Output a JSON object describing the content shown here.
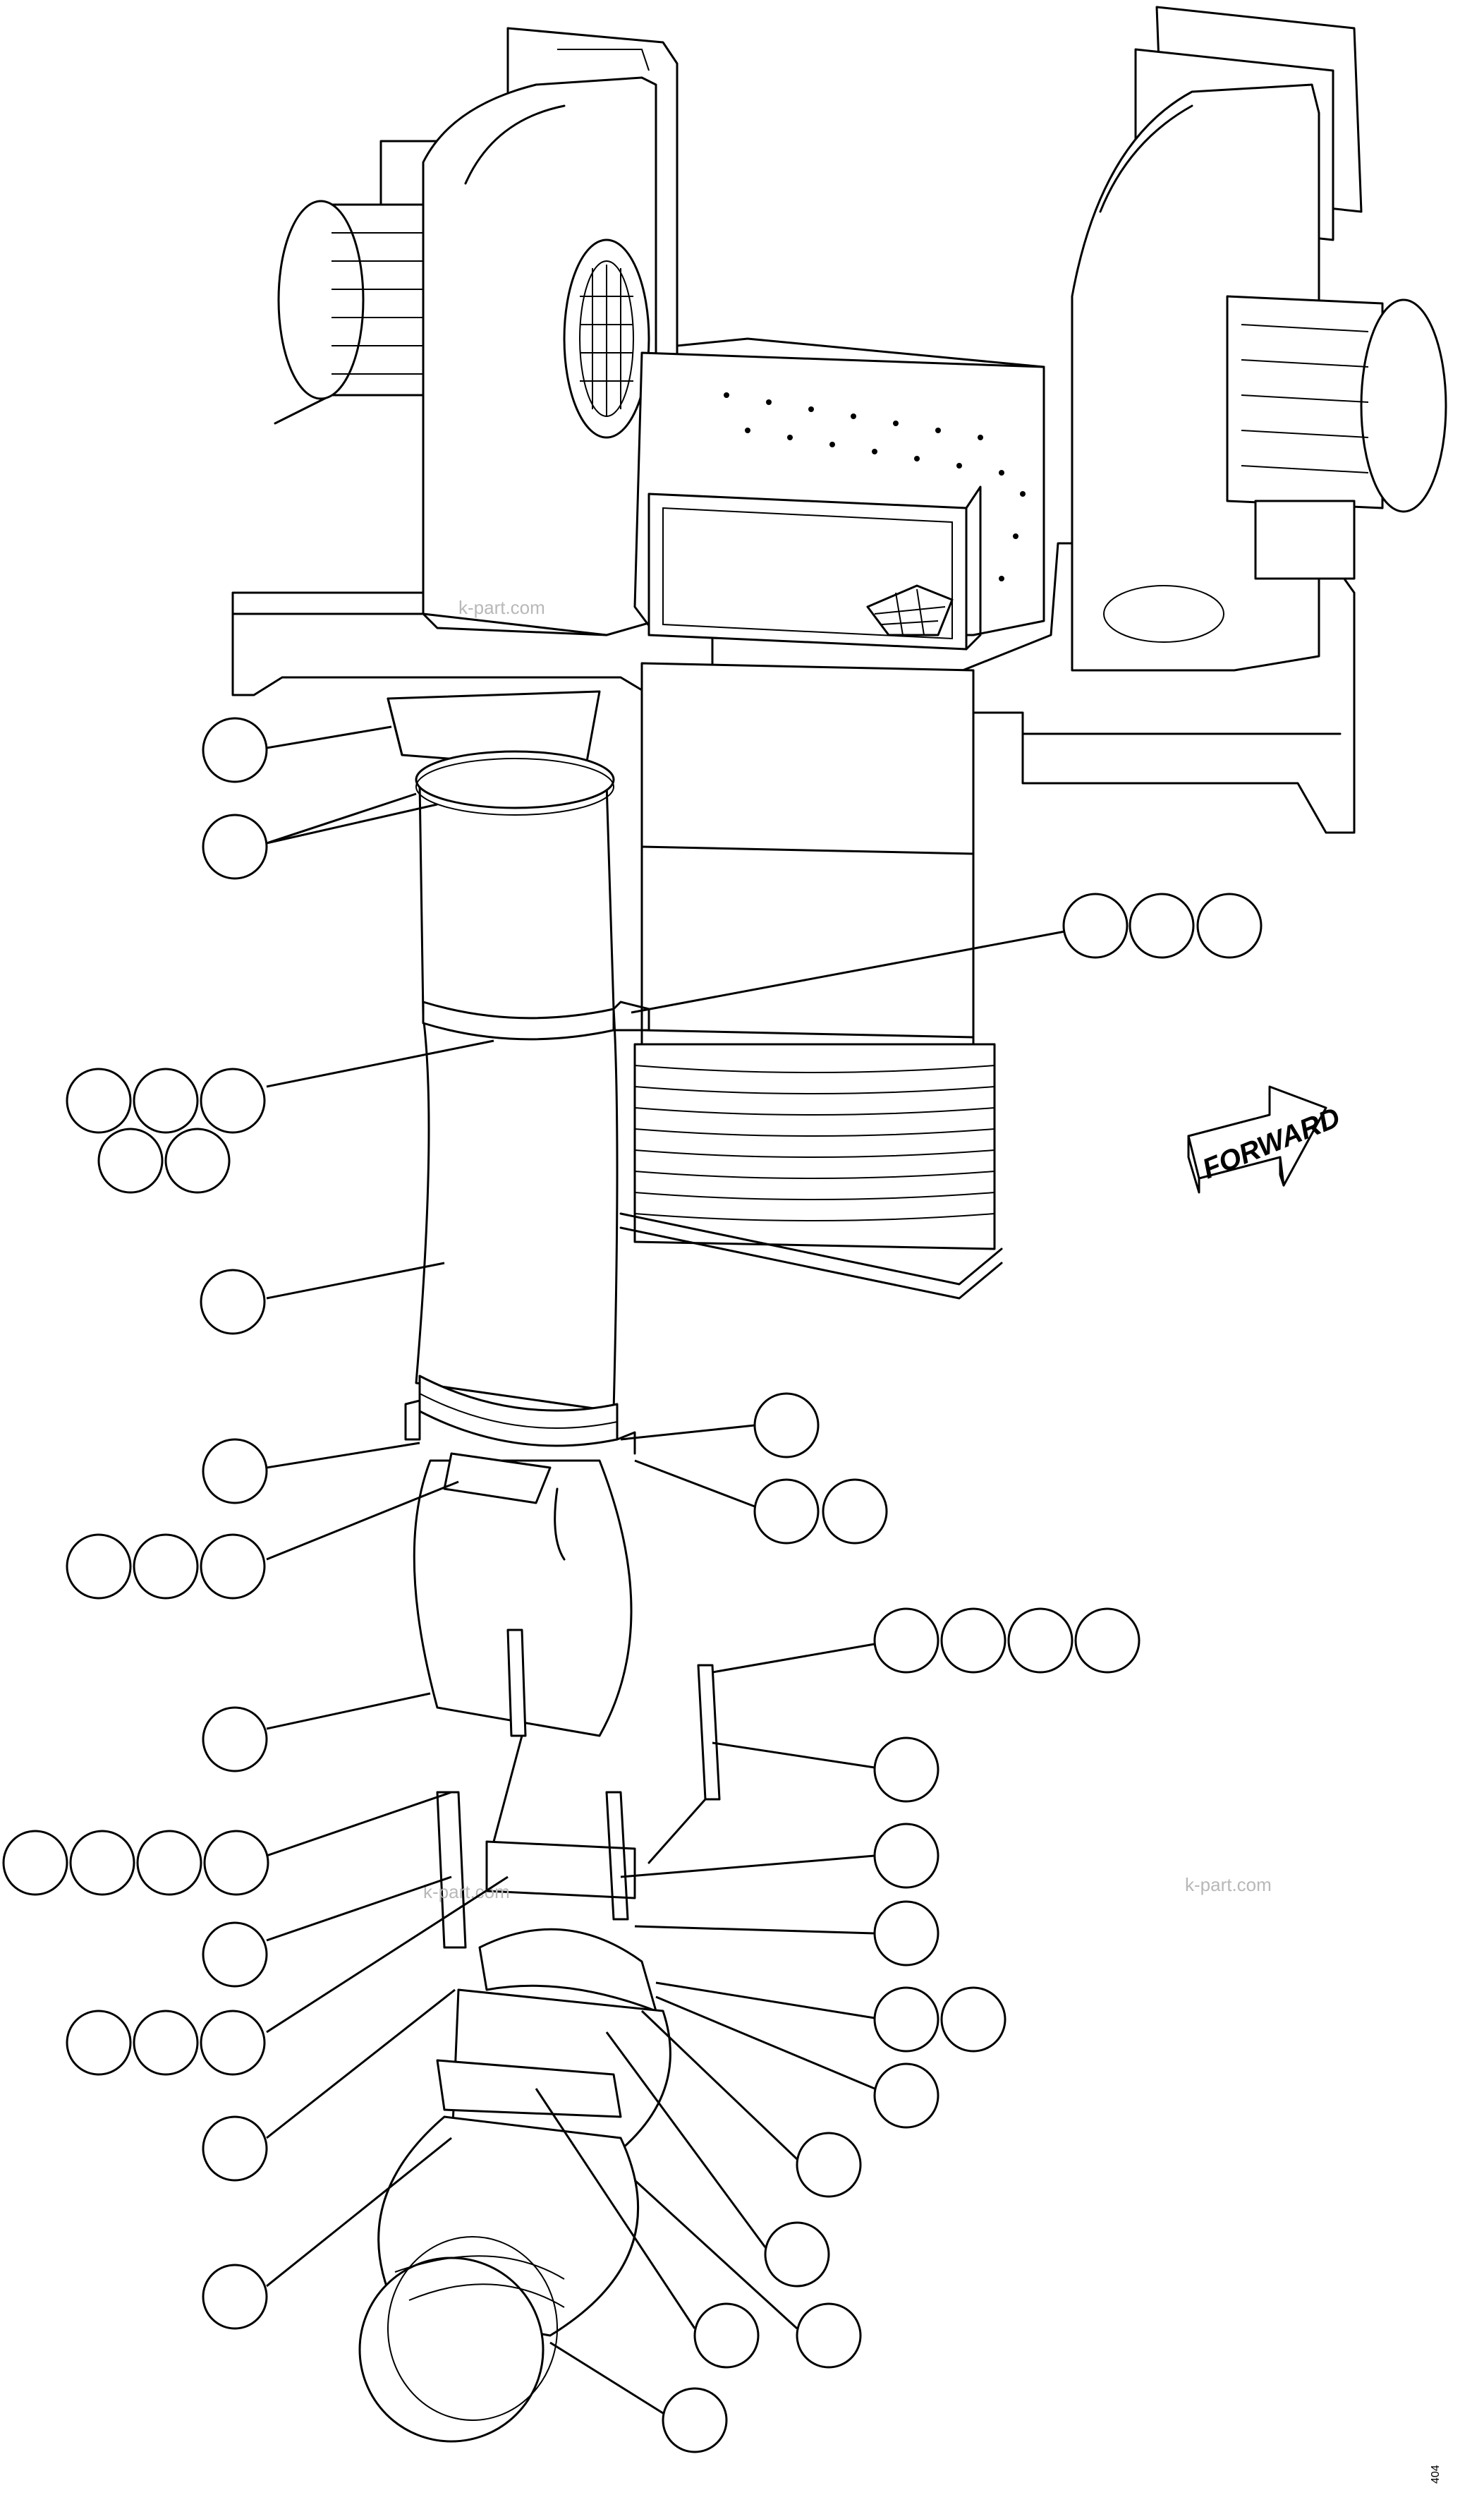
{
  "diagram": {
    "forward_label": "FORWARD",
    "watermarks": [
      "k-part.com",
      "k-part.com",
      "k-part.com"
    ],
    "figure_code": "404"
  },
  "balloon_groups": [
    {
      "name": "callout-1",
      "count": 1
    },
    {
      "name": "callout-2",
      "count": 1
    },
    {
      "name": "callout-3",
      "count": 3
    },
    {
      "name": "callout-4",
      "count": 5
    },
    {
      "name": "callout-5",
      "count": 1
    },
    {
      "name": "callout-6",
      "count": 1
    },
    {
      "name": "callout-7",
      "count": 1
    },
    {
      "name": "callout-8",
      "count": 2
    },
    {
      "name": "callout-9",
      "count": 3
    },
    {
      "name": "callout-10",
      "count": 4
    },
    {
      "name": "callout-11",
      "count": 1
    },
    {
      "name": "callout-12",
      "count": 1
    },
    {
      "name": "callout-13",
      "count": 4
    },
    {
      "name": "callout-14",
      "count": 1
    },
    {
      "name": "callout-15",
      "count": 1
    },
    {
      "name": "callout-16",
      "count": 1
    },
    {
      "name": "callout-17",
      "count": 3
    },
    {
      "name": "callout-18",
      "count": 2
    },
    {
      "name": "callout-19",
      "count": 1
    },
    {
      "name": "callout-20",
      "count": 1
    },
    {
      "name": "callout-21",
      "count": 1
    },
    {
      "name": "callout-22",
      "count": 1
    },
    {
      "name": "callout-23",
      "count": 1
    },
    {
      "name": "callout-24",
      "count": 1
    },
    {
      "name": "callout-25",
      "count": 1
    },
    {
      "name": "callout-26",
      "count": 1
    }
  ]
}
